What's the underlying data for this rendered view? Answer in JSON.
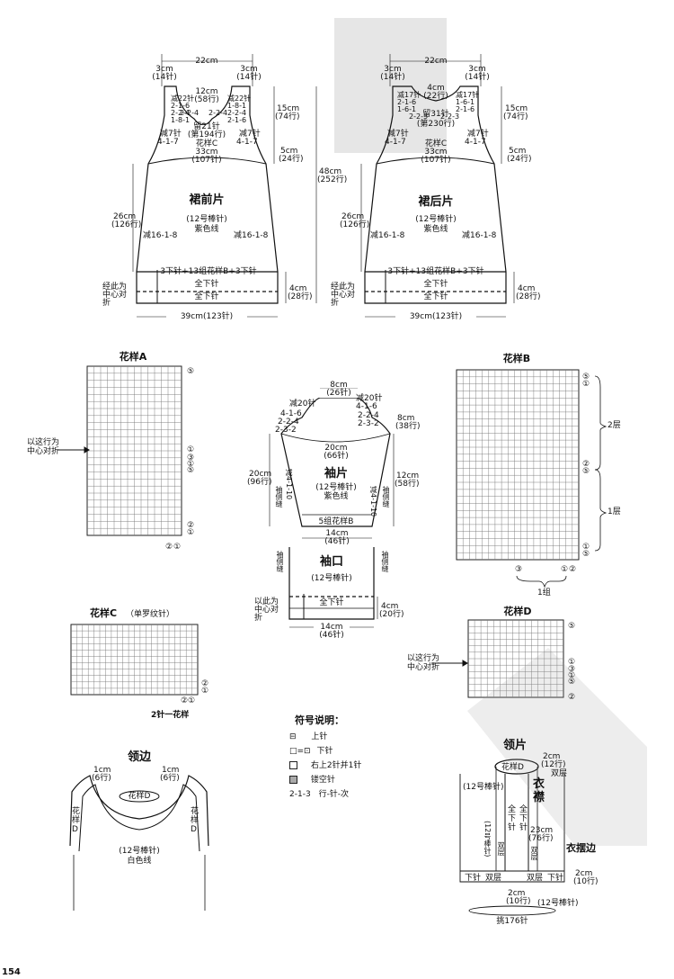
{
  "front": {
    "title": "裙前片",
    "width_top": "22cm",
    "shoulder_l": [
      "3cm",
      "(14针)"
    ],
    "shoulder_r": [
      "3cm",
      "(14针)"
    ],
    "neck_w": [
      "12cm",
      "(58行)"
    ],
    "neck_dec_l": [
      "减22针",
      "2-1-6",
      "2-2-4",
      "1-8-1"
    ],
    "neck_dec_r": [
      "减22针",
      "1-8-1",
      "2-2-4",
      "2-1-6"
    ],
    "neck_rows": [
      "2-2-4",
      "2-2-4"
    ],
    "keep": [
      "留21针",
      "(第194行)"
    ],
    "arm_l": [
      "减7针",
      "4-1-7"
    ],
    "arm_r": [
      "减7针",
      "4-1-7"
    ],
    "pattern_c": "花样C",
    "upper_h": [
      "15cm",
      "(74行)"
    ],
    "yoke": [
      "5cm",
      "(24行)"
    ],
    "bust": [
      "33cm",
      "(107针)"
    ],
    "total_h": [
      "48cm",
      "(252行)"
    ],
    "skirt_h": [
      "26cm",
      "(126行)"
    ],
    "needle": "(12号棒针)",
    "yarn": "紫色线",
    "dec_l": "减16-1-8",
    "dec_r": "减16-1-8",
    "hem_pattern": "3下针+13组花样B+3下针",
    "all_knit_1": "全下针",
    "all_knit_2": "全下针",
    "fold": [
      "经此为",
      "中心对",
      "折"
    ],
    "hem_h": [
      "4cm",
      "(28行)"
    ],
    "bottom": "39cm(123针)"
  },
  "back": {
    "title": "裙后片",
    "width_top": "22cm",
    "shoulder_l": [
      "3cm",
      "(14针)"
    ],
    "shoulder_r": [
      "3cm",
      "(14针)"
    ],
    "neck_w": [
      "4cm",
      "(22行)"
    ],
    "neck_dec_l": [
      "减17针",
      "2-1-6",
      "1-6-1"
    ],
    "neck_dec_r": [
      "减17针",
      "1-6-1",
      "2-1-6"
    ],
    "neck_rows": [
      "2-2-3",
      "2-2-3"
    ],
    "keep": [
      "留31针",
      "(第230行)"
    ],
    "arm_l": [
      "减7针",
      "4-1-7"
    ],
    "arm_r": [
      "减7针",
      "4-1-7"
    ],
    "pattern_c": "花样C",
    "upper_h": [
      "15cm",
      "(74行)"
    ],
    "yoke": [
      "5cm",
      "(24行)"
    ],
    "bust": [
      "33cm",
      "(107针)"
    ],
    "skirt_h": [
      "26cm",
      "(126行)"
    ],
    "needle": "(12号棒针)",
    "yarn": "紫色线",
    "dec_l": "减16-1-8",
    "dec_r": "减16-1-8",
    "hem_pattern": "3下针+13组花样B+3下针",
    "all_knit_1": "全下针",
    "all_knit_2": "全下针",
    "fold": [
      "经此为",
      "中心对",
      "折"
    ],
    "hem_h": [
      "4cm",
      "(28行)"
    ],
    "bottom": "39cm(123针)"
  },
  "pattern_a": {
    "title": "花样A",
    "center": [
      "以这行为",
      "中心对折"
    ],
    "marks_top": [
      "⑤"
    ],
    "marks_mid": [
      "①",
      "③",
      "①",
      "⑤"
    ],
    "marks_bot": [
      "②",
      "①"
    ],
    "marks_under": [
      "②",
      "①"
    ]
  },
  "pattern_b": {
    "title": "花样B",
    "layer2": "2层",
    "layer1": "1层",
    "marks_top": [
      "⑤",
      "①"
    ],
    "marks_mid": [
      "②",
      "⑤"
    ],
    "marks_bot": [
      "①",
      "⑤"
    ],
    "marks_under": [
      "③",
      "①",
      "②"
    ],
    "group": "1组"
  },
  "pattern_c": {
    "title": "花样C",
    "subtitle": "（单罗纹针）",
    "marks": [
      "②",
      "①"
    ],
    "marks_under": [
      "②",
      "①"
    ],
    "repeat": "2针一花样"
  },
  "pattern_d": {
    "title": "花样D",
    "center": [
      "以这行为",
      "中心对折"
    ],
    "marks_top": [
      "⑤"
    ],
    "marks_mid": [
      "①",
      "③",
      "①",
      "⑤"
    ],
    "marks_bot": [
      "②"
    ]
  },
  "sleeve": {
    "title": "袖片",
    "top": [
      "8cm",
      "(26针)"
    ],
    "cap_l": [
      "减20针",
      "4-1-6",
      "2-2-4",
      "2-3-2"
    ],
    "cap_r": [
      "减20针",
      "2-2-4",
      "4-1-6",
      "2-3-2"
    ],
    "cap_h": [
      "8cm",
      "(38行)"
    ],
    "upper_w": [
      "20cm",
      "(66针)"
    ],
    "total_h": [
      "20cm",
      "(96行)"
    ],
    "side_h": [
      "12cm",
      "(58行)"
    ],
    "dec_l": "减4-1-10",
    "dec_r": "减4-1-10",
    "seam_l": "袖侧缝",
    "seam_r": "袖侧缝",
    "needle": "(12号棒针)",
    "yarn": "紫色线",
    "pattern_b": "5组花样B",
    "bottom": [
      "14cm",
      "(46针)"
    ]
  },
  "cuff": {
    "title": "袖口",
    "needle": "(12号棒针)",
    "seam_l": "袖侧缝",
    "seam_r": "袖侧缝",
    "fold": [
      "以此为",
      "中心对",
      "折"
    ],
    "all_knit": "全下针",
    "height": [
      "4cm",
      "(20行)"
    ],
    "bottom": [
      "14cm",
      "(46针)"
    ]
  },
  "legend": {
    "title": "符号说明：",
    "items": [
      {
        "sym": "⊟",
        "text": "上针"
      },
      {
        "sym": "□=⊡",
        "text": "下针"
      },
      {
        "sym": "",
        "text": "右上2针并1针"
      },
      {
        "sym": "",
        "text": "镂空针"
      },
      {
        "sym": "2-1-3",
        "text": "行-针-次"
      }
    ]
  },
  "neckband": {
    "title": "领边",
    "left": [
      "1cm",
      "(6行)"
    ],
    "right": [
      "1cm",
      "(6行)"
    ],
    "pattern_d": "花样D",
    "side_l": [
      "花",
      "样",
      "D"
    ],
    "side_r": [
      "花",
      "样",
      "D"
    ],
    "needle": "(12号棒针)",
    "yarn": "白色线"
  },
  "collar": {
    "collar_title": "领片",
    "front_title": [
      "衣",
      "襟"
    ],
    "hem_title": "衣摆边",
    "collar_h": [
      "2cm",
      "(12行)"
    ],
    "double": "双层",
    "pattern_d": "花样D",
    "needle_left": "(12号棒针)",
    "inner_l": [
      "全",
      "下",
      "针"
    ],
    "inner_mid": [
      "(12号棒针)"
    ],
    "inner_r": [
      "全",
      "下",
      "针"
    ],
    "front_h": [
      "23cm",
      "(76行)"
    ],
    "double_l": "双层",
    "double_r": "双层",
    "hem_l_text": "下针",
    "hem_l_double": "双层",
    "hem_r_text": "双层",
    "hem_r_knit": "下针",
    "hem_h": [
      "2cm",
      "(10行)"
    ],
    "hem_mid": [
      "2cm",
      "(10行)"
    ],
    "needle_right": "(12号棒针)",
    "pick": "挑176针"
  },
  "page_number": "154"
}
